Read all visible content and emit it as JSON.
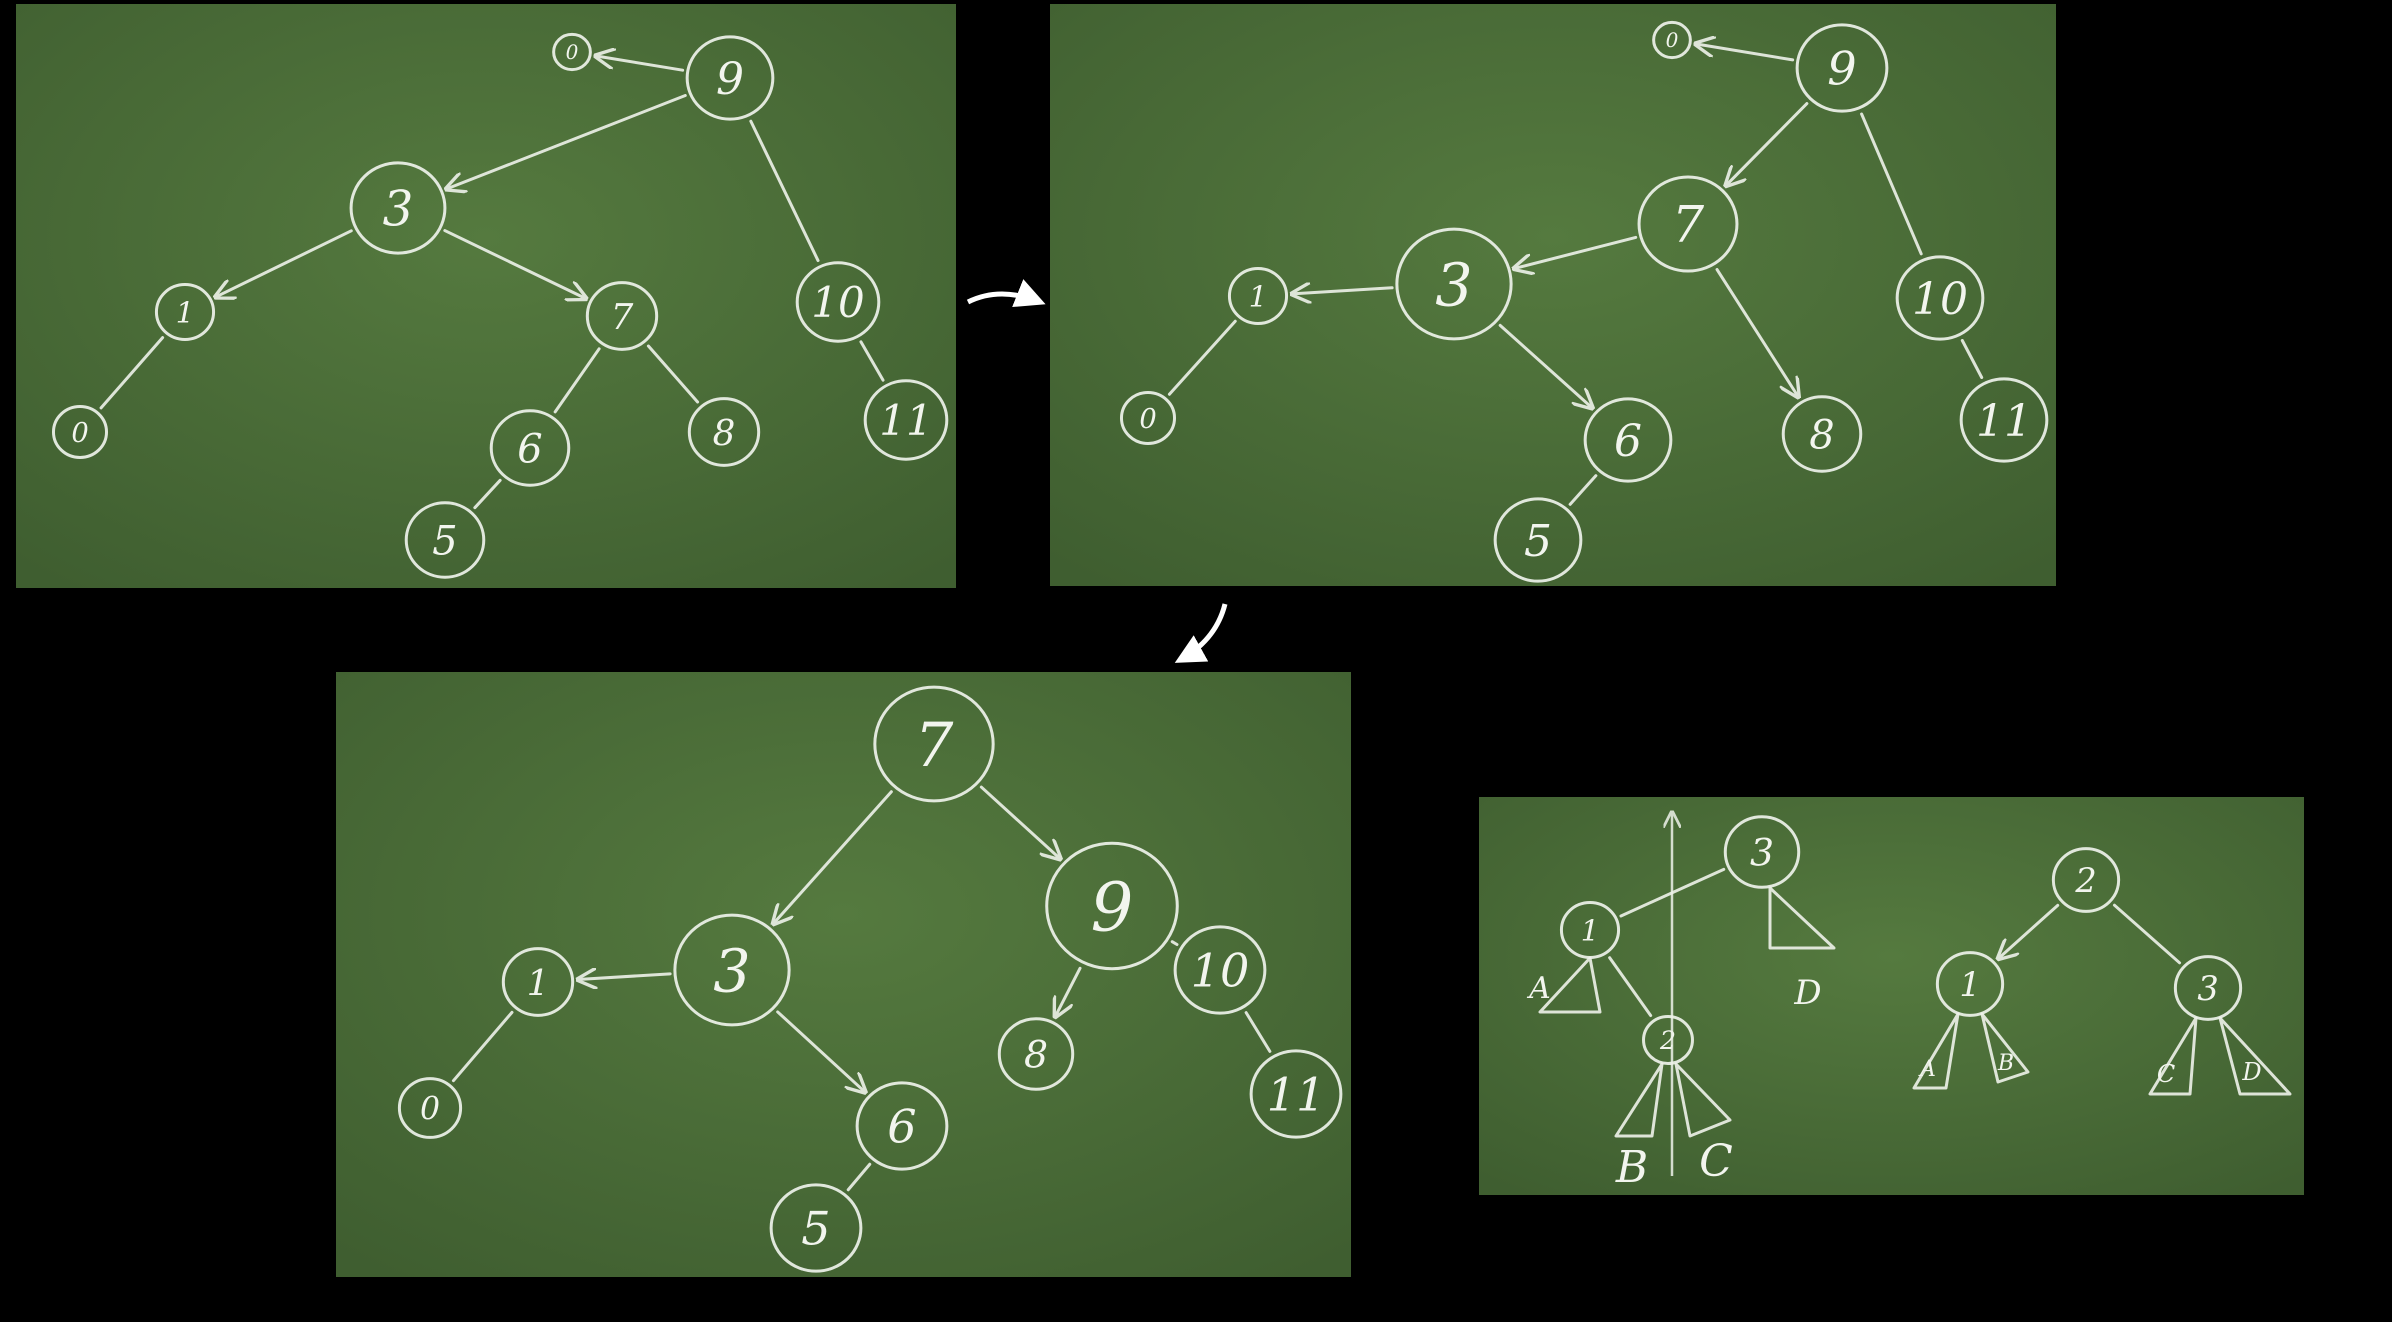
{
  "colors": {
    "background": "#000000",
    "board": "#4a6b37",
    "chalk": "#eef2ea"
  },
  "panels": [
    {
      "id": "panel-top-left",
      "nodes": [
        {
          "id": "n0root",
          "label": "0",
          "r": 18
        },
        {
          "id": "n9",
          "label": "9",
          "r": 42
        },
        {
          "id": "n3",
          "label": "3",
          "r": 46
        },
        {
          "id": "n1",
          "label": "1",
          "r": 28
        },
        {
          "id": "n0",
          "label": "0",
          "r": 26
        },
        {
          "id": "n7",
          "label": "7",
          "r": 34
        },
        {
          "id": "n6",
          "label": "6",
          "r": 38
        },
        {
          "id": "n8",
          "label": "8",
          "r": 34
        },
        {
          "id": "n5",
          "label": "5",
          "r": 38
        },
        {
          "id": "n10",
          "label": "10",
          "r": 40
        },
        {
          "id": "n11",
          "label": "11",
          "r": 40
        }
      ],
      "edges": [
        {
          "from": "n9",
          "to": "n0root",
          "arrow": true
        },
        {
          "from": "n9",
          "to": "n3",
          "arrow": true
        },
        {
          "from": "n9",
          "to": "n10",
          "arrow": false
        },
        {
          "from": "n3",
          "to": "n1",
          "arrow": true
        },
        {
          "from": "n3",
          "to": "n7",
          "arrow": true
        },
        {
          "from": "n1",
          "to": "n0",
          "arrow": false
        },
        {
          "from": "n7",
          "to": "n6",
          "arrow": false
        },
        {
          "from": "n7",
          "to": "n8",
          "arrow": false
        },
        {
          "from": "n6",
          "to": "n5",
          "arrow": false
        },
        {
          "from": "n10",
          "to": "n11",
          "arrow": false
        }
      ]
    },
    {
      "id": "panel-top-right",
      "nodes": [
        {
          "id": "n0root",
          "label": "0",
          "r": 18
        },
        {
          "id": "n9",
          "label": "9",
          "r": 44
        },
        {
          "id": "n7",
          "label": "7",
          "r": 48
        },
        {
          "id": "n3",
          "label": "3",
          "r": 56
        },
        {
          "id": "n1",
          "label": "1",
          "r": 28
        },
        {
          "id": "n0",
          "label": "0",
          "r": 26
        },
        {
          "id": "n6",
          "label": "6",
          "r": 42
        },
        {
          "id": "n8",
          "label": "8",
          "r": 38
        },
        {
          "id": "n5",
          "label": "5",
          "r": 42
        },
        {
          "id": "n10",
          "label": "10",
          "r": 42
        },
        {
          "id": "n11",
          "label": "11",
          "r": 42
        }
      ],
      "edges": [
        {
          "from": "n9",
          "to": "n0root",
          "arrow": true
        },
        {
          "from": "n9",
          "to": "n7",
          "arrow": true
        },
        {
          "from": "n9",
          "to": "n10",
          "arrow": false
        },
        {
          "from": "n7",
          "to": "n3",
          "arrow": true
        },
        {
          "from": "n7",
          "to": "n8",
          "arrow": true
        },
        {
          "from": "n3",
          "to": "n1",
          "arrow": true
        },
        {
          "from": "n3",
          "to": "n6",
          "arrow": true
        },
        {
          "from": "n1",
          "to": "n0",
          "arrow": false
        },
        {
          "from": "n6",
          "to": "n5",
          "arrow": false
        },
        {
          "from": "n10",
          "to": "n11",
          "arrow": false
        }
      ]
    },
    {
      "id": "panel-bottom-left",
      "nodes": [
        {
          "id": "n7",
          "label": "7",
          "r": 58
        },
        {
          "id": "n9",
          "label": "9",
          "r": 64
        },
        {
          "id": "n3",
          "label": "3",
          "r": 56
        },
        {
          "id": "n1",
          "label": "1",
          "r": 34
        },
        {
          "id": "n0",
          "label": "0",
          "r": 30
        },
        {
          "id": "n6",
          "label": "6",
          "r": 44
        },
        {
          "id": "n5",
          "label": "5",
          "r": 44
        },
        {
          "id": "n8",
          "label": "8",
          "r": 36
        },
        {
          "id": "n10",
          "label": "10",
          "r": 44
        },
        {
          "id": "n11",
          "label": "11",
          "r": 44
        }
      ],
      "edges": [
        {
          "from": "n7",
          "to": "n3",
          "arrow": true
        },
        {
          "from": "n7",
          "to": "n9",
          "arrow": true
        },
        {
          "from": "n9",
          "to": "n8",
          "arrow": true
        },
        {
          "from": "n9",
          "to": "n10",
          "arrow": false
        },
        {
          "from": "n3",
          "to": "n1",
          "arrow": true
        },
        {
          "from": "n3",
          "to": "n6",
          "arrow": true
        },
        {
          "from": "n1",
          "to": "n0",
          "arrow": false
        },
        {
          "from": "n6",
          "to": "n5",
          "arrow": false
        },
        {
          "from": "n10",
          "to": "n11",
          "arrow": false
        }
      ]
    },
    {
      "id": "panel-bottom-right",
      "nodes": [
        {
          "id": "a3",
          "label": "3",
          "r": 36
        },
        {
          "id": "a1",
          "label": "1",
          "r": 28
        },
        {
          "id": "a2",
          "label": "2",
          "r": 24
        },
        {
          "id": "b2",
          "label": "2",
          "r": 32
        },
        {
          "id": "b1",
          "label": "1",
          "r": 32
        },
        {
          "id": "b3",
          "label": "3",
          "r": 32
        }
      ],
      "edges": [
        {
          "from": "a3",
          "to": "a1",
          "arrow": false
        },
        {
          "from": "a1",
          "to": "a2",
          "arrow": false
        },
        {
          "from": "b2",
          "to": "b1",
          "arrow": true
        },
        {
          "from": "b2",
          "to": "b3",
          "arrow": false
        }
      ],
      "subtrees": [
        {
          "id": "tA",
          "label": "A"
        },
        {
          "id": "tB",
          "label": "B"
        },
        {
          "id": "tC",
          "label": "C"
        },
        {
          "id": "tD",
          "label": "D"
        },
        {
          "id": "tA2",
          "label": "A"
        },
        {
          "id": "tB2",
          "label": "B"
        },
        {
          "id": "tC2",
          "label": "C"
        },
        {
          "id": "tD2",
          "label": "D"
        }
      ]
    }
  ],
  "transition_arrows": [
    {
      "id": "arrow-step-1"
    },
    {
      "id": "arrow-step-2"
    }
  ]
}
